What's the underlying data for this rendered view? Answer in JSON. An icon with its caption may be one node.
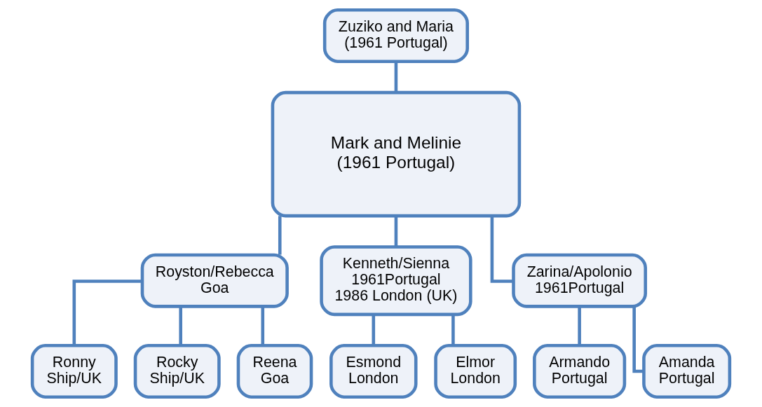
{
  "diagram": {
    "nodes": [
      {
        "text": [
          "Zuziko and Maria",
          "(1961 Portugal)"
        ]
      },
      {
        "text": [
          "Mark and Melinie",
          "(1961 Portugal)"
        ]
      },
      {
        "text": [
          "Royston/Rebecca",
          "Goa"
        ]
      },
      {
        "text": [
          "Kenneth/Sienna",
          "1961Portugal",
          "1986 London (UK)"
        ]
      },
      {
        "text": [
          "Zarina/Apolonio",
          "1961Portugal"
        ]
      },
      {
        "text": [
          "Ronny",
          "Ship/UK"
        ]
      },
      {
        "text": [
          "Rocky",
          "Ship/UK"
        ]
      },
      {
        "text": [
          "Reena",
          "Goa"
        ]
      },
      {
        "text": [
          "Esmond",
          "London"
        ]
      },
      {
        "text": [
          "Elmor",
          "London"
        ]
      },
      {
        "text": [
          "Armando",
          "Portugal"
        ]
      },
      {
        "text": [
          "Amanda",
          "Portugal"
        ]
      }
    ],
    "edges": [
      {
        "from": 0,
        "to": 1,
        "arrow": "none"
      },
      {
        "from": 1,
        "to": 2,
        "arrow": "none"
      },
      {
        "from": 1,
        "to": 3,
        "arrow": "none"
      },
      {
        "from": 1,
        "to": 4,
        "arrow": "none"
      },
      {
        "from": 2,
        "to": 5,
        "arrow": "none"
      },
      {
        "from": 2,
        "to": 6,
        "arrow": "none"
      },
      {
        "from": 2,
        "to": 7,
        "arrow": "none"
      },
      {
        "from": 3,
        "to": 8,
        "arrow": "none"
      },
      {
        "from": 3,
        "to": 9,
        "arrow": "none"
      },
      {
        "from": 4,
        "to": 10,
        "arrow": "none"
      },
      {
        "from": 4,
        "to": 11,
        "arrow": "none"
      }
    ]
  }
}
